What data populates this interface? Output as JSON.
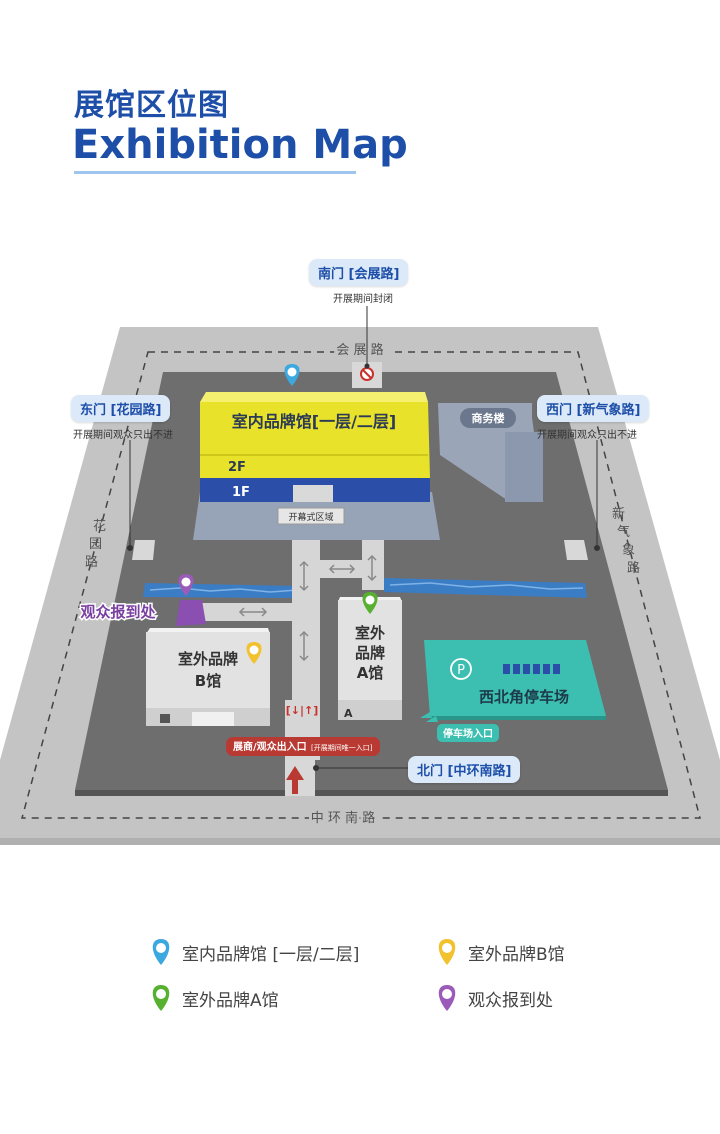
{
  "header": {
    "title_cn": "展馆区位图",
    "title_en": "Exhibition Map"
  },
  "map": {
    "roads": {
      "north": "会 展 路",
      "south": "中 环 南 路",
      "east": [
        "新",
        "气",
        "象",
        "路"
      ],
      "west": [
        "花",
        "园",
        "路"
      ]
    },
    "gates": {
      "south_gate": {
        "label": "南门 [会展路]",
        "note": "开展期间封闭"
      },
      "east_gate": {
        "label": "东门 [花园路]",
        "note": "开展期间观众只出不进"
      },
      "west_gate": {
        "label": "西门 [新气象路]",
        "note": "开展期间观众只出不进"
      },
      "north_gate": {
        "label": "北门 [中环南路]"
      }
    },
    "buildings": {
      "indoor_hall": {
        "name": "室内品牌馆[一层/二层]",
        "floor2": "2F",
        "floor1": "1F",
        "color": "#e8e22a",
        "floor1_color": "#2b4fa8"
      },
      "opening_area": "开幕式区域",
      "business_building": "商务楼",
      "outdoor_a": {
        "line1": "室外",
        "line2": "品牌",
        "line3": "A馆"
      },
      "outdoor_b": {
        "line1": "室外品牌",
        "line2": "B馆"
      },
      "parking": {
        "name": "西北角停车场",
        "symbol": "P",
        "color": "#3cbfb0"
      },
      "parking_entrance": "停车场入口",
      "registration": "观众报到处",
      "entrance": {
        "main": "展商/观众出入口",
        "note": "[开展期间唯一入口]"
      },
      "entrance_sign": "[↓|↑]"
    },
    "colors": {
      "road": "#c4c4c4",
      "ground": "#6e6e6e",
      "water": "#3b7dc4",
      "walkway": "#d6d6d6",
      "pin_blue": "#3ba8e0",
      "pin_yellow": "#f2c12e",
      "pin_green": "#58b031",
      "pin_purple": "#9a5cb8",
      "label_red": "#b83a32"
    }
  },
  "legend": [
    {
      "label": "室内品牌馆 [一层/二层]",
      "icon": "blue-pin-icon",
      "color": "#3ba8e0"
    },
    {
      "label": "室外品牌B馆",
      "icon": "yellow-pin-icon",
      "color": "#f2c12e"
    },
    {
      "label": "室外品牌A馆",
      "icon": "green-pin-icon",
      "color": "#58b031"
    },
    {
      "label": "观众报到处",
      "icon": "purple-pin-icon",
      "color": "#9a5cb8"
    }
  ]
}
